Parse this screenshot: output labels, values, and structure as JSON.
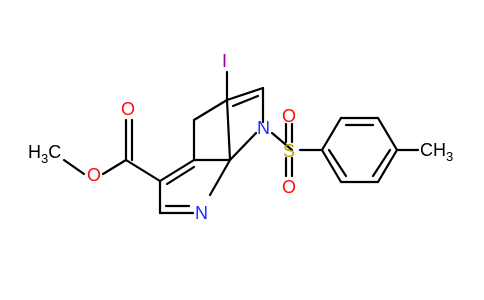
{
  "molecule": {
    "atoms": {
      "iodine": "I",
      "oxygen_carbonyl": "O",
      "oxygen_ester": "O",
      "methyl_ester": {
        "text": "H",
        "subscript": "3",
        "tail": "C"
      },
      "nitrogen_pyrrole": "N",
      "nitrogen_pyridine": "N",
      "sulfur": "S",
      "oxygen_sulfonyl_top": "O",
      "oxygen_sulfonyl_bottom": "O",
      "methyl_tolyl": {
        "text": "CH",
        "subscript": "3"
      }
    },
    "colors": {
      "bond": "#000000",
      "nitrogen": "#1f2aff",
      "oxygen": "#ff0d0d",
      "sulfur": "#b8a400",
      "iodine": "#940094"
    }
  }
}
